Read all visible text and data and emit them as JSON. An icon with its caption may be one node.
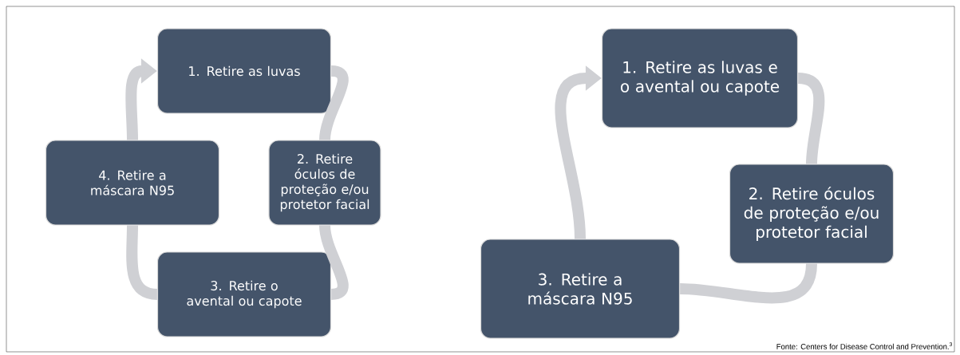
{
  "diagram": {
    "nodes": [
      {
        "text": [
          "1. Retire as luvas"
        ]
      },
      {
        "text": [
          "2. Retire óculos de proteção e/ou protetor facial"
        ]
      },
      {
        "text": [
          "3. Retire o avental ou capote"
        ]
      },
      {
        "text": [
          "4. Retire a máscara N95"
        ]
      },
      {
        "text": [
          "1. Retire as luvas e o avental ou capote"
        ]
      },
      {
        "text": [
          "2. Retire óculos de proteção e/ou protetor facial"
        ]
      },
      {
        "text": [
          "3. Retire a máscara N95"
        ]
      }
    ],
    "edges": [
      {
        "from": 0,
        "to": 1,
        "arrow": "none"
      },
      {
        "from": 1,
        "to": 2,
        "arrow": "none"
      },
      {
        "from": 2,
        "to": 3,
        "arrow": "none"
      },
      {
        "from": 3,
        "to": 0,
        "arrow": "to"
      },
      {
        "from": 4,
        "to": 5,
        "arrow": "none"
      },
      {
        "from": 5,
        "to": 6,
        "arrow": "none"
      },
      {
        "from": 6,
        "to": 4,
        "arrow": "to"
      }
    ],
    "labels": [
      "Fonte: Centers for Disease Control and Prevention.$^{3}$"
    ]
  }
}
